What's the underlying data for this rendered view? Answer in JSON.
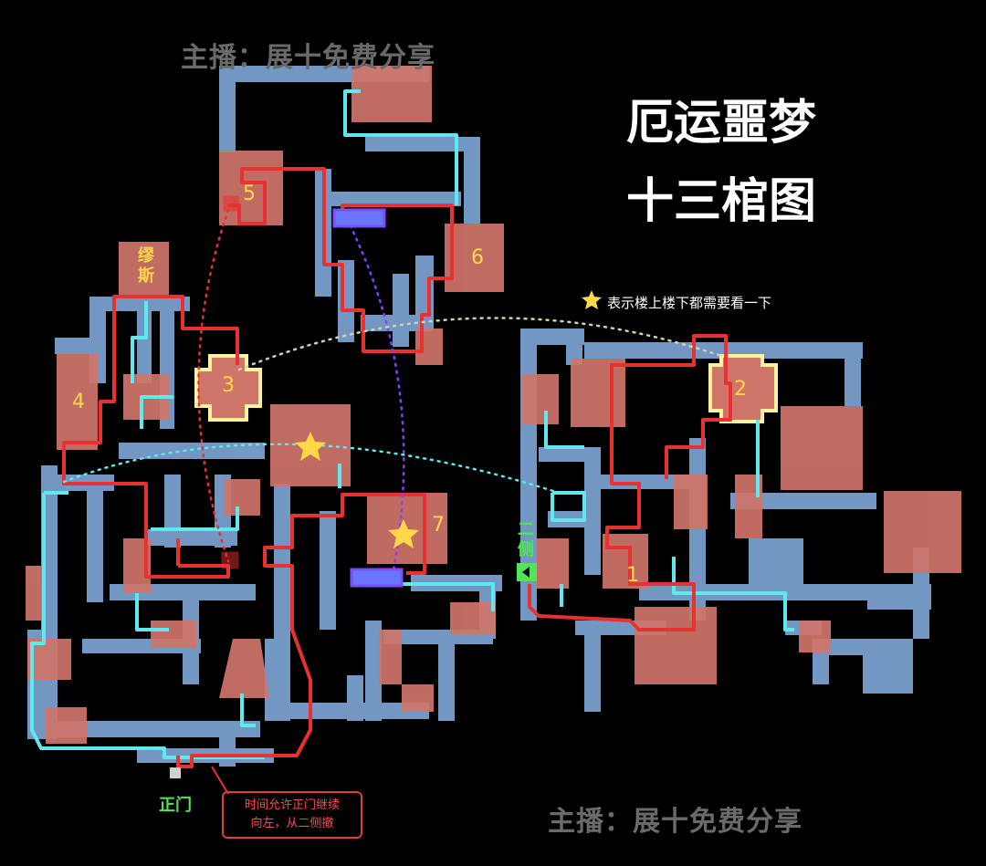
{
  "watermarks": {
    "top": "主播：展十免费分享",
    "bottom": "主播：展十免费分享"
  },
  "title": {
    "line1": "厄运噩梦",
    "line2": "十三棺图"
  },
  "legend": {
    "icon": "yellow-star-icon",
    "text": "表示楼上楼下都需要看一下"
  },
  "rooms": {
    "r1": "1",
    "r2": "2",
    "r3": "3",
    "r4": "4",
    "r5": "5",
    "r6": "6",
    "r7": "7"
  },
  "labels": {
    "miaosi_1": "缪",
    "miaosi_2": "斯",
    "erce_1": "二",
    "erce_2": "侧",
    "zhengmen": "正门"
  },
  "note": {
    "line1": "时间允许正门继续",
    "line2": "向左，从二侧撤"
  },
  "colors": {
    "route": "#e83232",
    "cyan_path": "#5fe8ee",
    "corridor": "#7ea8d8",
    "room": "#d0756a",
    "highlight": "#fff3a0",
    "stairs": "#7a4dff",
    "label_yellow": "#ffd84a",
    "label_green": "#52e35a"
  }
}
